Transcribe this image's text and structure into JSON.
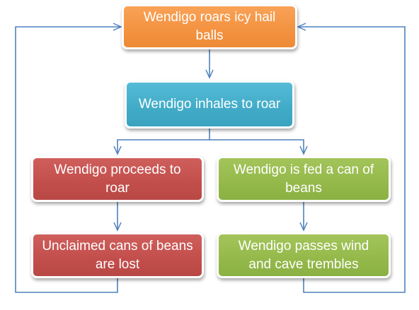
{
  "nodes": {
    "roars": {
      "label": "Wendigo roars icy hail balls"
    },
    "inhales": {
      "label": "Wendigo inhales to roar"
    },
    "proceeds": {
      "label": "Wendigo proceeds to roar"
    },
    "fed": {
      "label": "Wendigo is fed a can of beans"
    },
    "unclaimed": {
      "label": "Unclaimed cans of beans are lost"
    },
    "passes": {
      "label": "Wendigo passes wind and cave trembles"
    }
  },
  "edges": [
    {
      "from": "roars",
      "to": "inhales"
    },
    {
      "from": "inhales",
      "to": "proceeds"
    },
    {
      "from": "inhales",
      "to": "fed"
    },
    {
      "from": "proceeds",
      "to": "unclaimed"
    },
    {
      "from": "fed",
      "to": "passes"
    },
    {
      "from": "unclaimed",
      "to": "roars"
    },
    {
      "from": "passes",
      "to": "roars"
    }
  ],
  "colors": {
    "roars": "#f39240",
    "inhales": "#41abc7",
    "left_column": "#c24e4b",
    "right_column": "#94b94a",
    "connector": "#4f81bd"
  }
}
